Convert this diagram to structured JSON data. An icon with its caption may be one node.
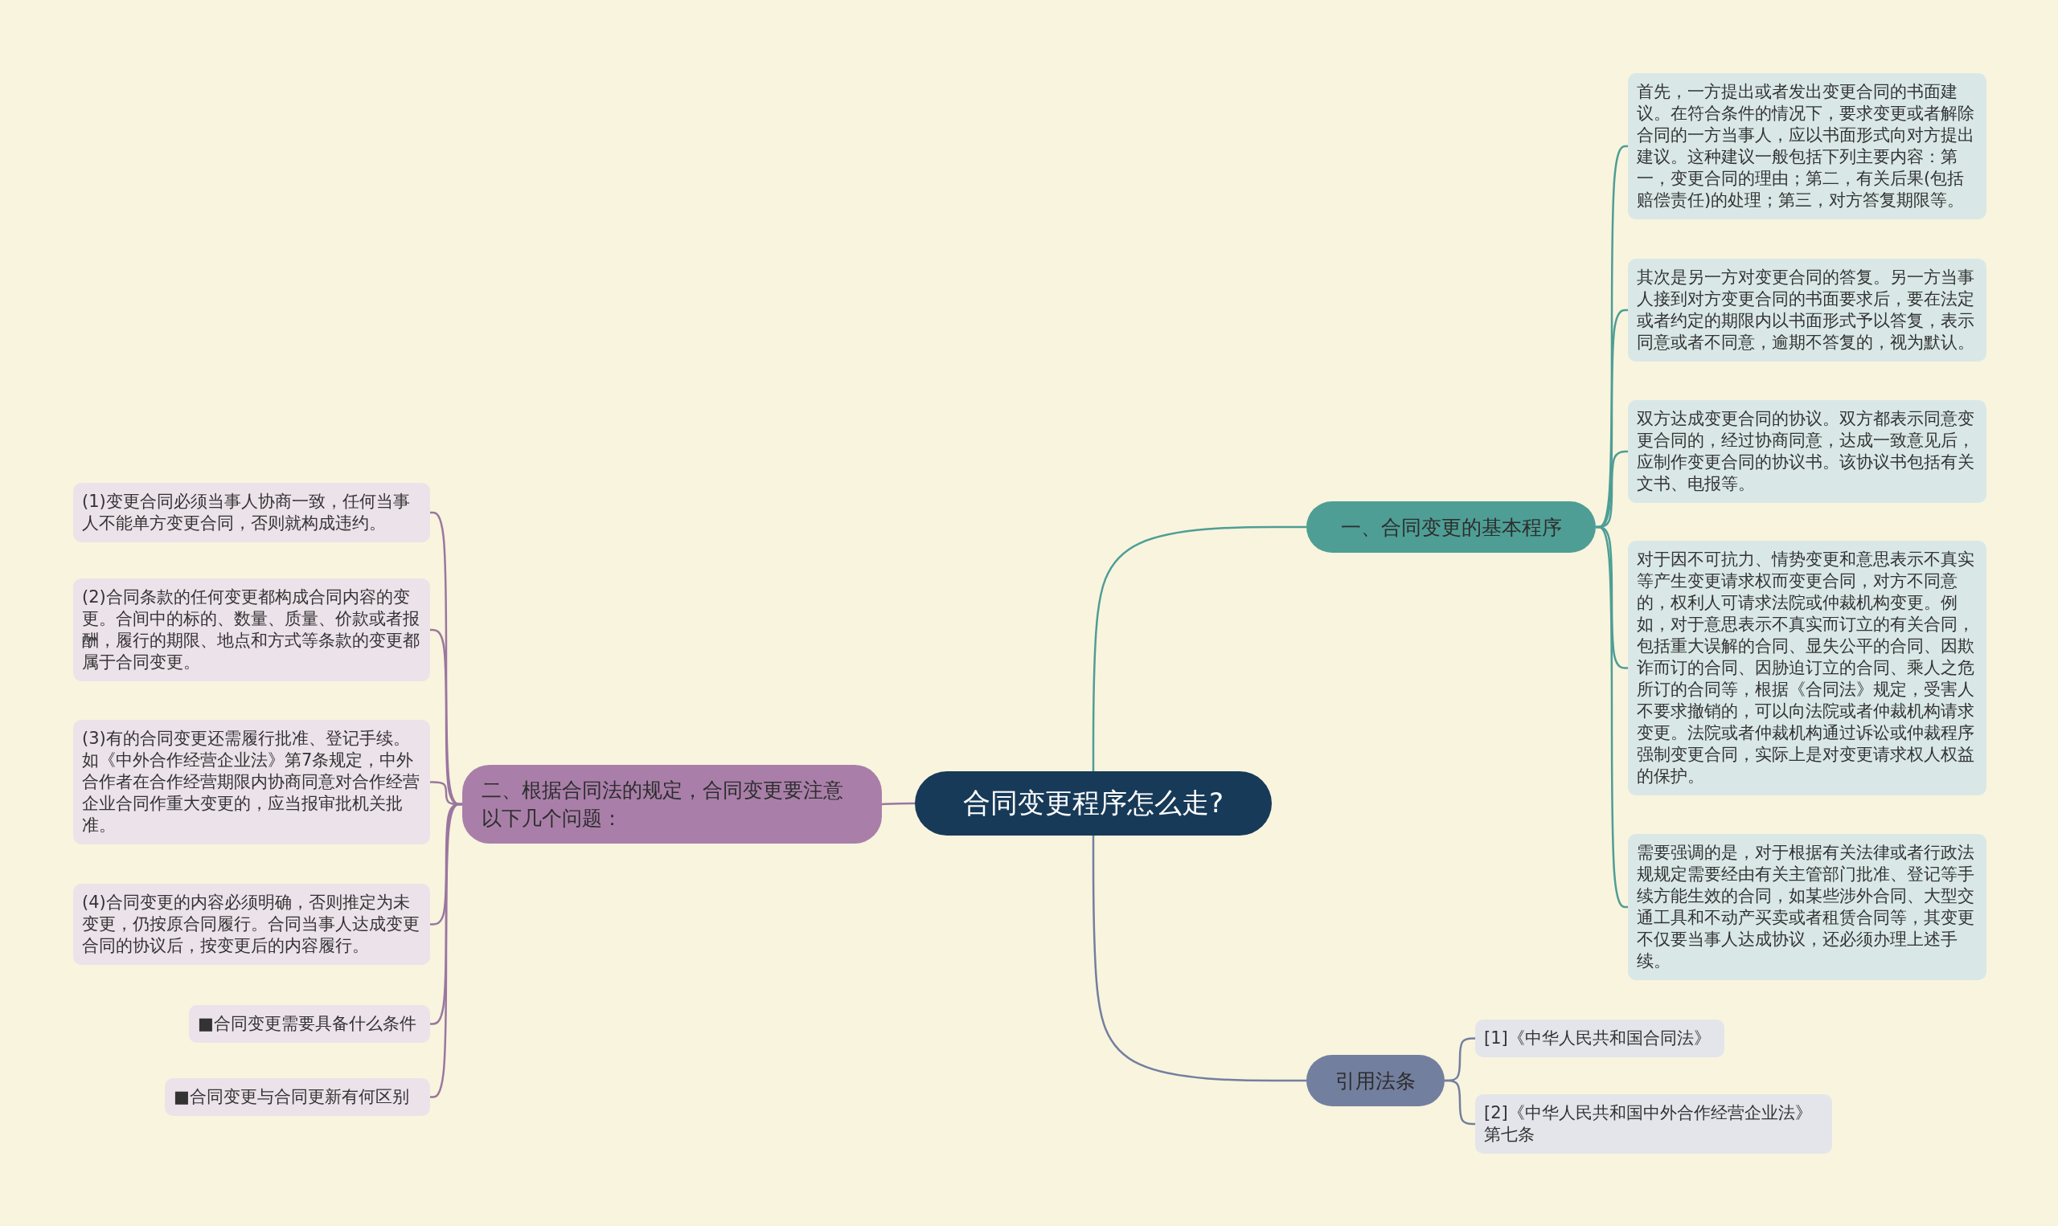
{
  "diagram": {
    "nodes": [
      {
        "text": [
          "合同变更程序怎么走?"
        ]
      },
      {
        "text": [
          "一、合同变更的基本程序"
        ]
      },
      {
        "text": [
          "首先，一方提出或者发出变更合同的书面建议。在符合条件的情况下，要求变更或者解除合同的一方当事人，应以书面形式向对方提出建议。这种建议一般包括下列主要内容：第一，变更合同的理由；第二，有关后果(包括赔偿责任)的处理；第三，对方答复期限等。"
        ]
      },
      {
        "text": [
          "其次是另一方对变更合同的答复。另一方当事人接到对方变更合同的书面要求后，要在法定或者约定的期限内以书面形式予以答复，表示同意或者不同意，逾期不答复的，视为默认。"
        ]
      },
      {
        "text": [
          "双方达成变更合同的协议。双方都表示同意变更合同的，经过协商同意，达成一致意见后，应制作变更合同的协议书。该协议书包括有关文书、电报等。"
        ]
      },
      {
        "text": [
          "对于因不可抗力、情势变更和意思表示不真实等产生变更请求权而变更合同，对方不同意的，权利人可请求法院或仲裁机构变更。例如，对于意思表示不真实而订立的有关合同，包括重大误解的合同、显失公平的合同、因欺诈而订的合同、因胁迫订立的合同、乘人之危所订的合同等，根据《合同法》规定，受害人不要求撤销的，可以向法院或者仲裁机构请求变更。法院或者仲裁机构通过诉讼或仲裁程序强制变更合同，实际上是对变更请求权人权益的保护。"
        ]
      },
      {
        "text": [
          "需要强调的是，对于根据有关法律或者行政法规规定需要经由有关主管部门批准、登记等手续方能生效的合同，如某些涉外合同、大型交通工具和不动产买卖或者租赁合同等，其变更不仅要当事人达成协议，还必须办理上述手续。"
        ]
      },
      {
        "text": [
          "二、根据合同法的规定，合同变更要注意以下几个问题："
        ]
      },
      {
        "text": [
          "(1)变更合同必须当事人协商一致，任何当事人不能单方变更合同，否则就构成违约。"
        ]
      },
      {
        "text": [
          "(2)合同条款的任何变更都构成合同内容的变更。合间中的标的、数量、质量、价款或者报酬，履行的期限、地点和方式等条款的变更都属于合同变更。"
        ]
      },
      {
        "text": [
          "(3)有的合同变更还需履行批准、登记手续。如《中外合作经营企业法》第7条规定，中外合作者在合作经营期限内协商同意对合作经营企业合同作重大变更的，应当报审批机关批准。"
        ]
      },
      {
        "text": [
          "(4)合同变更的内容必须明确，否则推定为未变更，仍按原合同履行。合同当事人达成变更合同的协议后，按变更后的内容履行。"
        ]
      },
      {
        "text": [
          "■合同变更需要具备什么条件"
        ]
      },
      {
        "text": [
          "■合同变更与合同更新有何区别"
        ]
      },
      {
        "text": [
          "引用法条"
        ]
      },
      {
        "text": [
          "[1]《中华人民共和国合同法》"
        ]
      },
      {
        "text": [
          "[2]《中华人民共和国中外合作经营企业法》第七条"
        ]
      }
    ],
    "edges": [
      {
        "from": 0,
        "to": 1,
        "arrow": "none",
        "color": "#4e9e95"
      },
      {
        "from": 1,
        "to": 2,
        "arrow": "none",
        "color": "#4e9e95"
      },
      {
        "from": 1,
        "to": 3,
        "arrow": "none",
        "color": "#4e9e95"
      },
      {
        "from": 1,
        "to": 4,
        "arrow": "none",
        "color": "#4e9e95"
      },
      {
        "from": 1,
        "to": 5,
        "arrow": "none",
        "color": "#4e9e95"
      },
      {
        "from": 1,
        "to": 6,
        "arrow": "none",
        "color": "#4e9e95"
      },
      {
        "from": 0,
        "to": 7,
        "arrow": "none"
      },
      {
        "from": 7,
        "to": 8,
        "arrow": "none"
      },
      {
        "from": 7,
        "to": 9,
        "arrow": "none"
      },
      {
        "from": 7,
        "to": 10,
        "arrow": "none"
      },
      {
        "from": 7,
        "to": 11,
        "arrow": "none"
      },
      {
        "from": 7,
        "to": 12,
        "arrow": "none"
      },
      {
        "from": 7,
        "to": 13,
        "arrow": "none"
      },
      {
        "from": 0,
        "to": 14,
        "arrow": "none",
        "color": "#737f9f"
      },
      {
        "from": 14,
        "to": 15,
        "arrow": "none",
        "color": "#737f9f"
      },
      {
        "from": 14,
        "to": 16,
        "arrow": "none",
        "color": "#737f9f"
      }
    ]
  }
}
